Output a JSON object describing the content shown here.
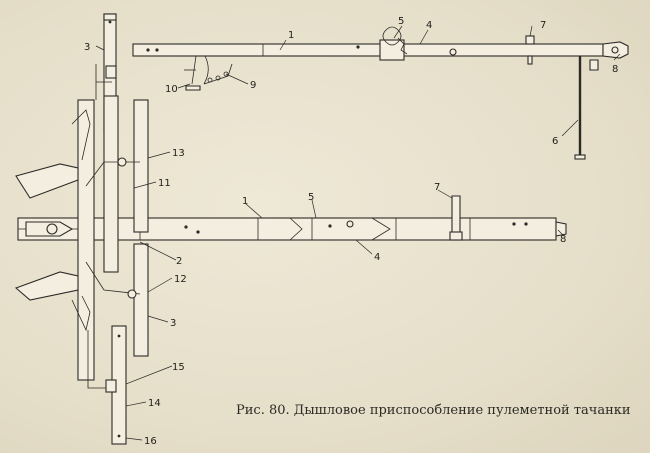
{
  "figure": {
    "caption": "Рис. 80. Дышловое приспособление пулеметной тачанки"
  },
  "callouts": {
    "top_view": [
      "1",
      "5",
      "4",
      "7",
      "8",
      "6",
      "9",
      "10",
      "3"
    ],
    "plan_view": [
      "13",
      "11",
      "1",
      "5",
      "7",
      "8",
      "2",
      "4",
      "12",
      "3",
      "15",
      "14",
      "16"
    ]
  },
  "colors": {
    "paper": "#e9e2cf",
    "ink": "#2b2a26"
  }
}
